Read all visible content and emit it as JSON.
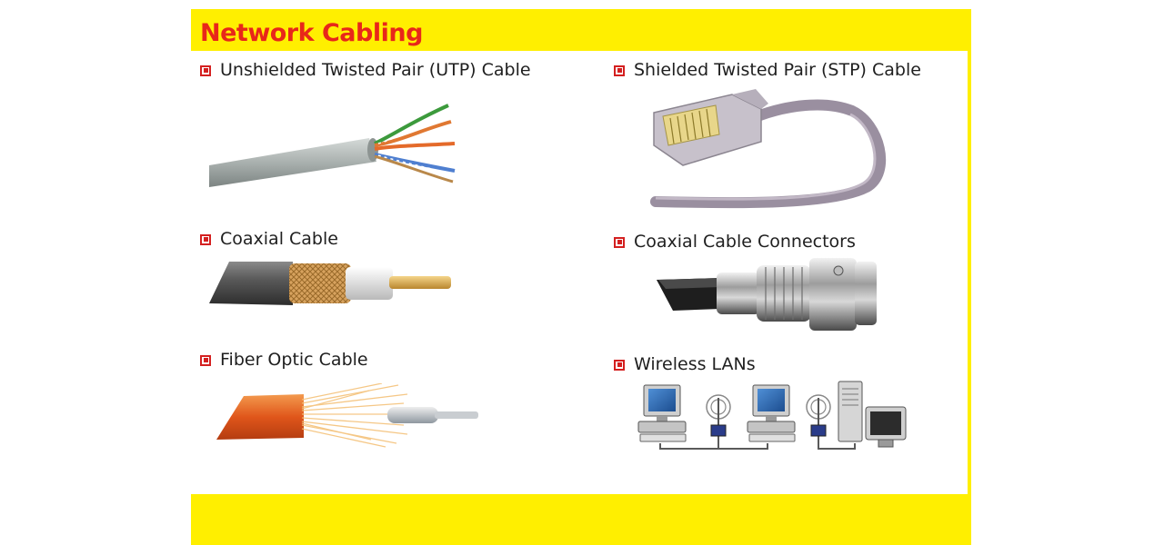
{
  "slide": {
    "title": "Network Cabling",
    "items": [
      {
        "label": "Unshielded Twisted Pair (UTP) Cable",
        "icon": "utp-cable-icon"
      },
      {
        "label": "Shielded Twisted Pair (STP) Cable",
        "icon": "stp-cable-icon"
      },
      {
        "label": "Coaxial Cable",
        "icon": "coaxial-cable-icon"
      },
      {
        "label": "Coaxial Cable Connectors",
        "icon": "bnc-connector-icon"
      },
      {
        "label": "Fiber Optic Cable",
        "icon": "fiber-optic-cable-icon"
      },
      {
        "label": "Wireless LANs",
        "icon": "wireless-lan-icon"
      }
    ],
    "colors": {
      "band": "#ffef00",
      "title": "#e8271a",
      "bullet": "#d42020"
    }
  }
}
